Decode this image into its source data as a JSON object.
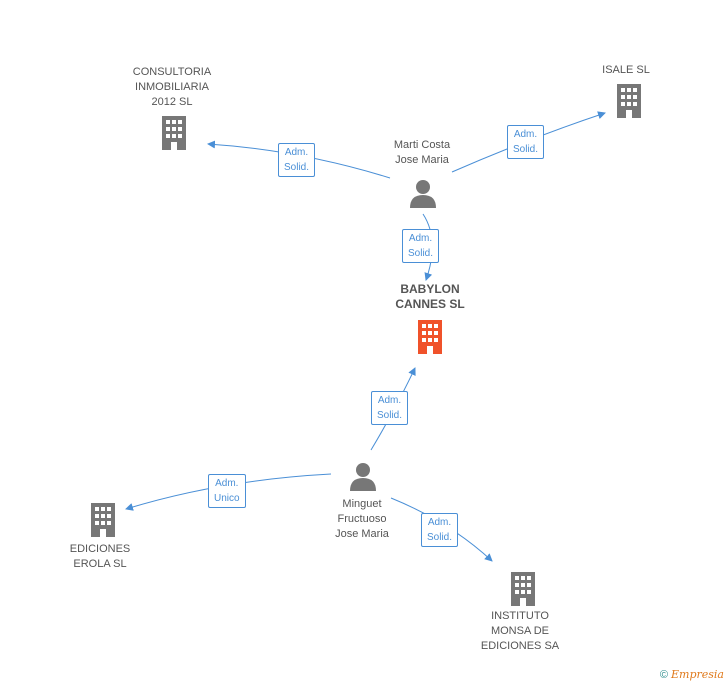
{
  "nodes": {
    "consultoria": {
      "label": "CONSULTORIA\nINMOBILIARIA\n2012 SL"
    },
    "isale": {
      "label": "ISALE SL"
    },
    "marti": {
      "label": "Marti Costa\nJose Maria"
    },
    "babylon": {
      "label": "BABYLON\nCANNES SL"
    },
    "minguet": {
      "label": "Minguet\nFructuoso\nJose Maria"
    },
    "ediciones_erola": {
      "label": "EDICIONES\nEROLA SL"
    },
    "instituto": {
      "label": "INSTITUTO\nMONSA DE\nEDICIONES SA"
    }
  },
  "edges": {
    "marti_consultoria": {
      "line1": "Adm.",
      "line2": "Solid."
    },
    "marti_isale": {
      "line1": "Adm.",
      "line2": "Solid."
    },
    "marti_babylon": {
      "line1": "Adm.",
      "line2": "Solid."
    },
    "minguet_babylon": {
      "line1": "Adm.",
      "line2": "Solid."
    },
    "minguet_erola": {
      "line1": "Adm.",
      "line2": "Unico"
    },
    "minguet_instituto": {
      "line1": "Adm.",
      "line2": "Solid."
    }
  },
  "footer": {
    "copyright": "©",
    "brand": "Empresia"
  },
  "colors": {
    "edge": "#4a8fd6",
    "icon": "#777777",
    "highlight": "#f0522a"
  }
}
